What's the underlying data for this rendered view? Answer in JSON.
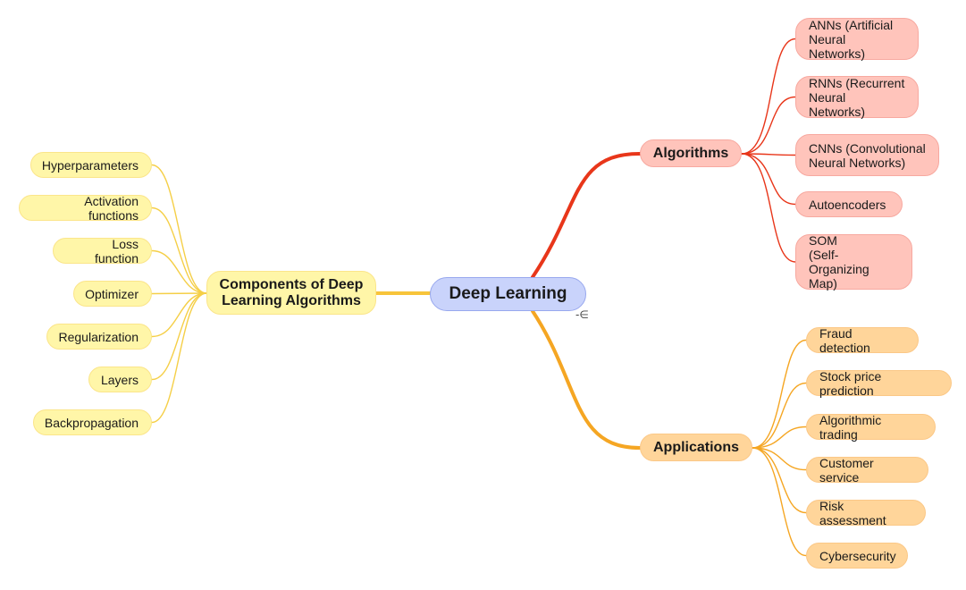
{
  "colors": {
    "root_fill": "#c9d3fb",
    "root_border": "#98a8ee",
    "yellow_fill": "#fff6a8",
    "yellow_border": "#fbe58a",
    "yellow_line": "#f5cf47",
    "yellow_trunk": "#f7c43a",
    "red_fill": "#ffc4bb",
    "red_border": "#f7a9a0",
    "red_line": "#e8361a",
    "orange_fill": "#ffd59a",
    "orange_border": "#fbc887",
    "orange_line": "#f5a623"
  },
  "root": {
    "label": "Deep Learning"
  },
  "collapse_marker": "-∈",
  "components": {
    "label": "Components of Deep\nLearning Algorithms",
    "items": [
      "Hyperparameters",
      "Activation functions",
      "Loss function",
      "Optimizer",
      "Regularization",
      "Layers",
      "Backpropagation"
    ]
  },
  "algorithms": {
    "label": "Algorithms",
    "items": [
      "ANNs (Artificial\nNeural Networks)",
      "RNNs (Recurrent\nNeural Networks)",
      "CNNs (Convolutional\nNeural Networks)",
      "Autoencoders",
      "SOM\n(Self-Organizing\nMap)"
    ]
  },
  "applications": {
    "label": "Applications",
    "items": [
      "Fraud detection",
      "Stock price prediction",
      "Algorithmic trading",
      "Customer service",
      "Risk assessment",
      "Cybersecurity"
    ]
  }
}
